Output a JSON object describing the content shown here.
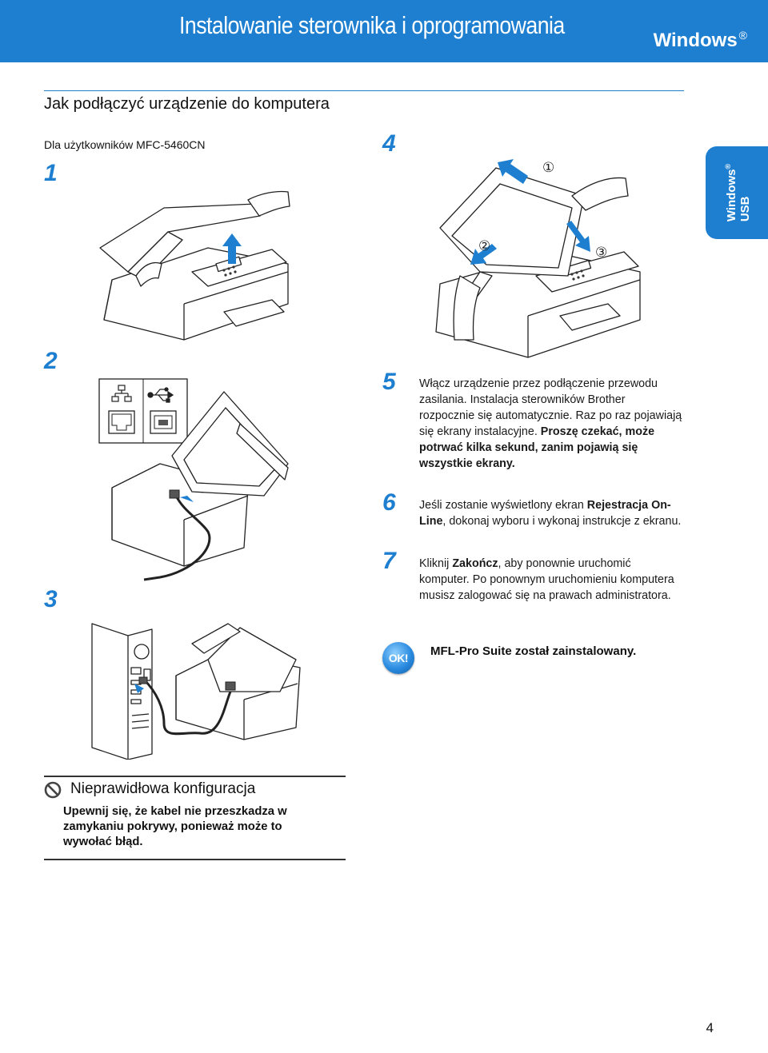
{
  "header": {
    "title": "Instalowanie sterownika i oprogramowania",
    "os_label": "Windows",
    "registered_mark": "®",
    "bar_color": "#1e7fd0"
  },
  "side_tab": {
    "line1": "Windows",
    "registered_mark": "®",
    "line2": "USB"
  },
  "section": {
    "title": "Jak podłączyć urządzenie do komputera",
    "users_label": "Dla użytkowników MFC-5460CN"
  },
  "steps": {
    "s1": {
      "num": "1"
    },
    "s2": {
      "num": "2"
    },
    "s3": {
      "num": "3"
    },
    "s4": {
      "num": "4",
      "markers": [
        "①",
        "②",
        "③"
      ]
    },
    "s5": {
      "num": "5",
      "text_plain": "Włącz urządzenie przez podłączenie przewodu zasilania. Instalacja sterowników Brother rozpocznie się automatycznie. Raz po raz pojawiają się ekrany instalacyjne.",
      "text_bold": "Proszę czekać, może potrwać kilka sekund, zanim pojawią się wszystkie ekrany."
    },
    "s6": {
      "num": "6",
      "text_before": "Jeśli zostanie wyświetlony ekran",
      "text_bold": "Rejestracja On-Line",
      "text_after": ", dokonaj wyboru i wykonaj instrukcje z ekranu."
    },
    "s7": {
      "num": "7",
      "text_before": "Kliknij",
      "text_bold": "Zakończ",
      "text_after": ", aby ponownie uruchomić komputer. Po ponownym uruchomieniu komputera musisz zalogować się na prawach administratora."
    }
  },
  "ok": {
    "badge": "OK!",
    "text": "MFL-Pro Suite został zainstalowany."
  },
  "warning": {
    "icon": "prohibited-icon",
    "title": "Nieprawidłowa konfiguracja",
    "body": "Upewnij się, że kabel nie przeszkadza w zamykaniu pokrywy, ponieważ może to wywołać błąd."
  },
  "page_number": "4",
  "colors": {
    "accent": "#1e7fd0",
    "text": "#1a1a1a"
  }
}
